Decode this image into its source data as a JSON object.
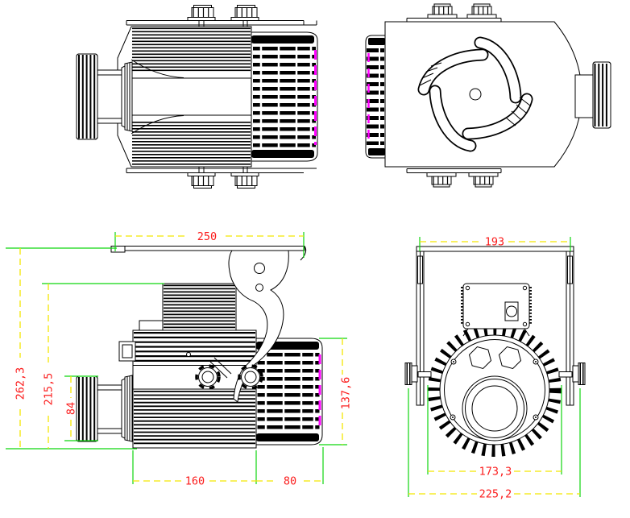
{
  "colors": {
    "line": "#000000",
    "white": "#ffffff",
    "dimension_text": "#fb1d1d",
    "dimension_line": "#f3e600",
    "extension_line": "#0fd60f",
    "highlight": "#ff00ff"
  },
  "dimensions": {
    "side_view": {
      "bracket_length": "250",
      "overall_height": "262,3",
      "body_height": "215,5",
      "lens_barrel_diameter": "84",
      "body_length": "160",
      "rear_section_length": "80",
      "rear_section_diameter": "137,6"
    },
    "front_view": {
      "yoke_width": "193",
      "body_diameter": "173,3",
      "overall_width": "225,2"
    }
  }
}
